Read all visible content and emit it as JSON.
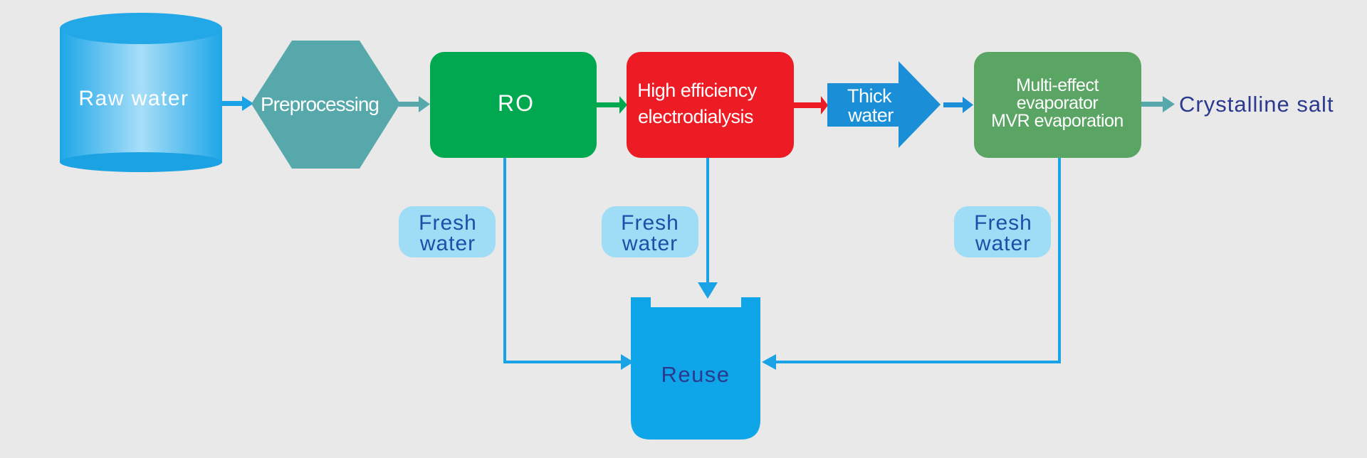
{
  "nodes": {
    "raw_water": {
      "label": "Raw water"
    },
    "preprocessing": {
      "label": "Preprocessing"
    },
    "ro": {
      "label": "RO"
    },
    "electrodialysis": {
      "line1": "High efficiency",
      "line2": "electrodialysis"
    },
    "thick_water": {
      "line1": "Thick",
      "line2": "water"
    },
    "evaporator": {
      "line1": "Multi-effect",
      "line2": "evaporator",
      "line3": "MVR evaporation"
    },
    "crystalline_salt": {
      "label": "Crystalline salt"
    },
    "reuse": {
      "label": "Reuse"
    }
  },
  "fresh_water_tags": [
    {
      "line1": "Fresh",
      "line2": "water"
    },
    {
      "line1": "Fresh",
      "line2": "water"
    },
    {
      "line1": "Fresh",
      "line2": "water"
    }
  ],
  "colors": {
    "background": "#e9e9e9",
    "raw_water": "#2aaeea",
    "preprocessing": "#56a8aa",
    "ro": "#00a94f",
    "electrodialysis": "#ed1c24",
    "thick_water": "#1a8fd8",
    "evaporator": "#5aa464",
    "reuse": "#0ea6e8",
    "pipe": "#19a3e6",
    "tag_fill": "#9fdcf6",
    "tag_text": "#1c4fa8",
    "salt_text": "#2b3a8f",
    "reuse_text": "#2b3a8f"
  }
}
